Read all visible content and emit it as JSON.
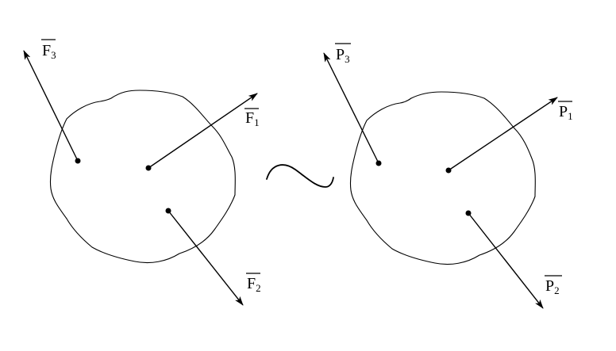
{
  "colors": {
    "ink": "#000000",
    "background": "#ffffff"
  },
  "left_system": {
    "forces": [
      {
        "letter": "F",
        "index": "1"
      },
      {
        "letter": "F",
        "index": "2"
      },
      {
        "letter": "F",
        "index": "3"
      }
    ]
  },
  "equivalence_symbol": "tilde",
  "right_system": {
    "forces": [
      {
        "letter": "P",
        "index": "1"
      },
      {
        "letter": "P",
        "index": "2"
      },
      {
        "letter": "P",
        "index": "3"
      }
    ]
  }
}
